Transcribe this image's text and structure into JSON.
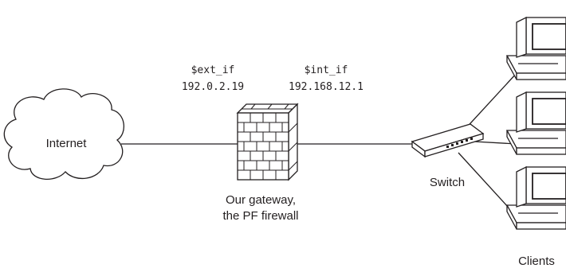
{
  "nodes": {
    "internet": {
      "label": "Internet"
    },
    "gateway": {
      "label_line1": "Our gateway,",
      "label_line2": "the PF firewall"
    },
    "switch": {
      "label": "Switch"
    },
    "clients": {
      "label": "Clients"
    }
  },
  "interfaces": {
    "external": {
      "name": "$ext_if",
      "ip": "192.0.2.19"
    },
    "internal": {
      "name": "$int_if",
      "ip": "192.168.12.1"
    }
  }
}
